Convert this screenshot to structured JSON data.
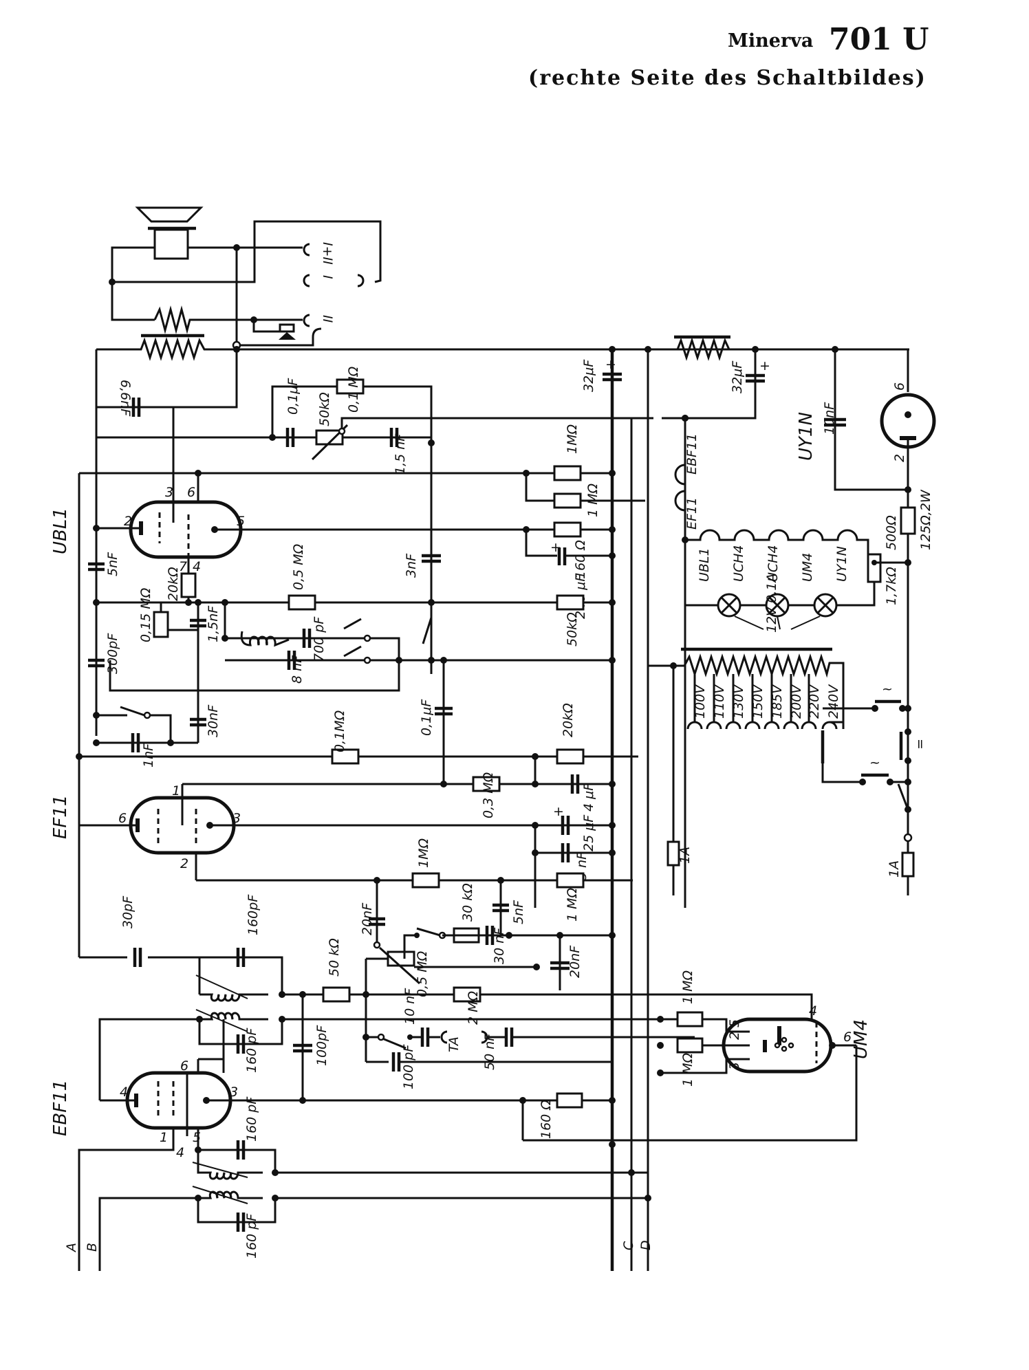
{
  "header": {
    "brand": "Minerva",
    "model": "701 U",
    "subtitle": "(rechte Seite des Schaltbildes)"
  },
  "tubes": {
    "ubl1": "UBL1",
    "ef11": "EF11",
    "ebf11": "EBF11",
    "um4": "UM4",
    "uy1n": "UY1N"
  },
  "pins": {
    "ubl1": [
      "2",
      "3",
      "6",
      "5",
      "7",
      "4"
    ],
    "ef11": [
      "6",
      "1",
      "3",
      "2"
    ],
    "ebf11": [
      "4",
      "6",
      "3",
      "1",
      "5",
      "4"
    ],
    "um4": [
      "4",
      "5",
      "2",
      "3",
      "6"
    ],
    "uy1n": [
      "6",
      "2"
    ]
  },
  "speaker_jacks": [
    "I+II",
    "I",
    "II"
  ],
  "components": {
    "c_6_6nF": "6,6nF",
    "c_0_1uF_tone": "0,1μF",
    "r_50k_pot": "50kΩ",
    "r_0_1M": "0,1 MΩ",
    "c_1_5nF_top": "1,5 nF",
    "c_32uF_a": "32μF",
    "c_32uF_b": "32μF",
    "r_1M_a": "1MΩ",
    "r_1M_b": "1 MΩ",
    "r_160": "160 Ω",
    "c_240uF": "240 μF",
    "c_5nF": "5nF",
    "c_3nF": "3nF",
    "r_20k_a": "20kΩ",
    "r_0_15M": "0,15 MΩ",
    "c_1_5nF": "1,5nF",
    "r_0_5M": "0,5 MΩ",
    "c_700pF": "700 pF",
    "c_8nF": "8 nF",
    "r_50k": "50kΩ",
    "c_300pF": "300pF",
    "c_30nF": "30nF",
    "c_1nF": "1nF",
    "r_0_1M_b": "0,1MΩ",
    "c_0_1uF": "0,1μF",
    "r_20k_b": "20kΩ",
    "r_0_3M": "0,3 MΩ",
    "c_4uF": "4 μF",
    "c_25uF": "25 μF",
    "c_5nF_b": "5 nF",
    "r_1M_c": "1MΩ",
    "r_1M_d": "1 MΩ",
    "c_20nF_a": "20nF",
    "r_30k": "30 kΩ",
    "c_5nF_c": "5nF",
    "c_30nF_b": "30 nF",
    "c_20nF_b": "20nF",
    "r_0_5M_pot": "0,5 MΩ",
    "c_30pF": "30pF",
    "c_160pF_a": "160pF",
    "r_50k_b": "50 kΩ",
    "r_2M": "2 MΩ",
    "c_160pF_b": "160 pF",
    "c_100pF": "100pF",
    "c_10nF": "10 nF",
    "ta": "TA",
    "c_50nF": "50 nF",
    "c_100pF_b": "100 pF",
    "r_160_b": "160 Ω",
    "r_1M_um4_a": "1 MΩ",
    "r_1M_um4_b": "1 MΩ",
    "c_160pF_c": "160 pF",
    "c_160pF_d": "160 pF",
    "c_10nF_psu": "10nF",
    "r_125": "125Ω,2W",
    "r_500": "500Ω",
    "r_1_7k": "1,7kΩ",
    "lamps": "12V 0,1A",
    "fuse_a": "1A",
    "fuse_b": "1A",
    "ac": "~",
    "dc": "="
  },
  "heater_chain": [
    "EF11",
    "EBF11",
    "UBL1",
    "UCH4",
    "UCH4",
    "UM4",
    "UY1N"
  ],
  "mains_taps": [
    "100V",
    "110V",
    "130V",
    "150V",
    "185V",
    "200V",
    "220V",
    "240V"
  ],
  "bus_lines": [
    "A",
    "B",
    "C",
    "D"
  ]
}
